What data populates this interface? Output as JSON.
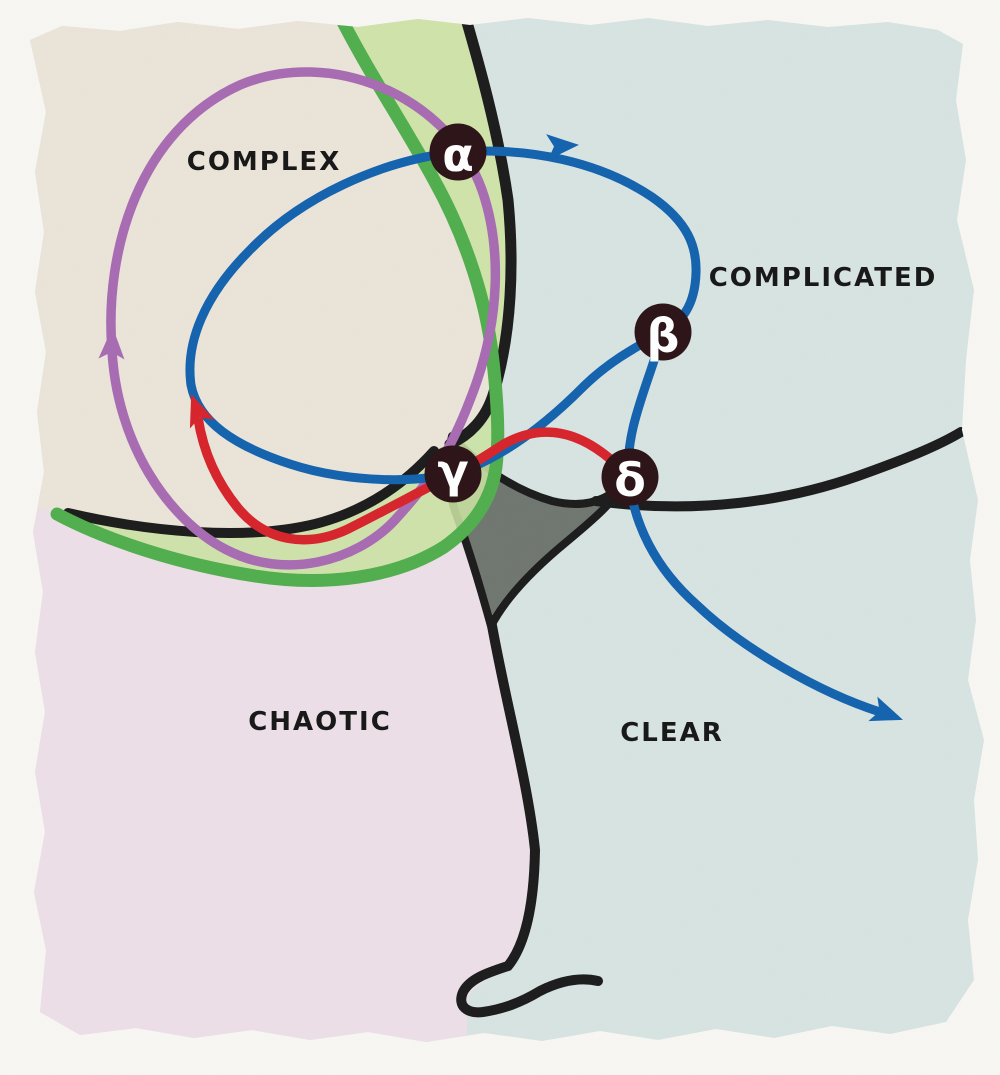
{
  "figure": {
    "kind": "hand-drawn Cynefin-style domain diagram on torn paper",
    "paper_background": "#f8f7f4"
  },
  "quadrants": [
    {
      "id": "complex",
      "label": "COMPLEX",
      "fill": "#ebe4d9"
    },
    {
      "id": "complicated",
      "label": "COMPLICATED",
      "fill": "#d7e4e2"
    },
    {
      "id": "chaotic",
      "label": "CHAOTIC",
      "fill": "#eddfe8"
    },
    {
      "id": "clear",
      "label": "CLEAR",
      "fill": "#d7e4e2"
    }
  ],
  "liminal": {
    "green_line": "#4fae4c",
    "green_fill": "#cbe2a2",
    "center_fill": "#6f756f",
    "boundary_line": "#1a1a1a"
  },
  "nodes": [
    {
      "id": "alpha",
      "symbol": "α"
    },
    {
      "id": "beta",
      "symbol": "β"
    },
    {
      "id": "gamma",
      "symbol": "γ"
    },
    {
      "id": "delta",
      "symbol": "δ"
    }
  ],
  "node_style": {
    "fill": "#2a1115",
    "symbol_color": "#ffffff"
  },
  "paths": {
    "blue": "#1261ae",
    "purple": "#a76ab2",
    "red": "#d7222a"
  }
}
